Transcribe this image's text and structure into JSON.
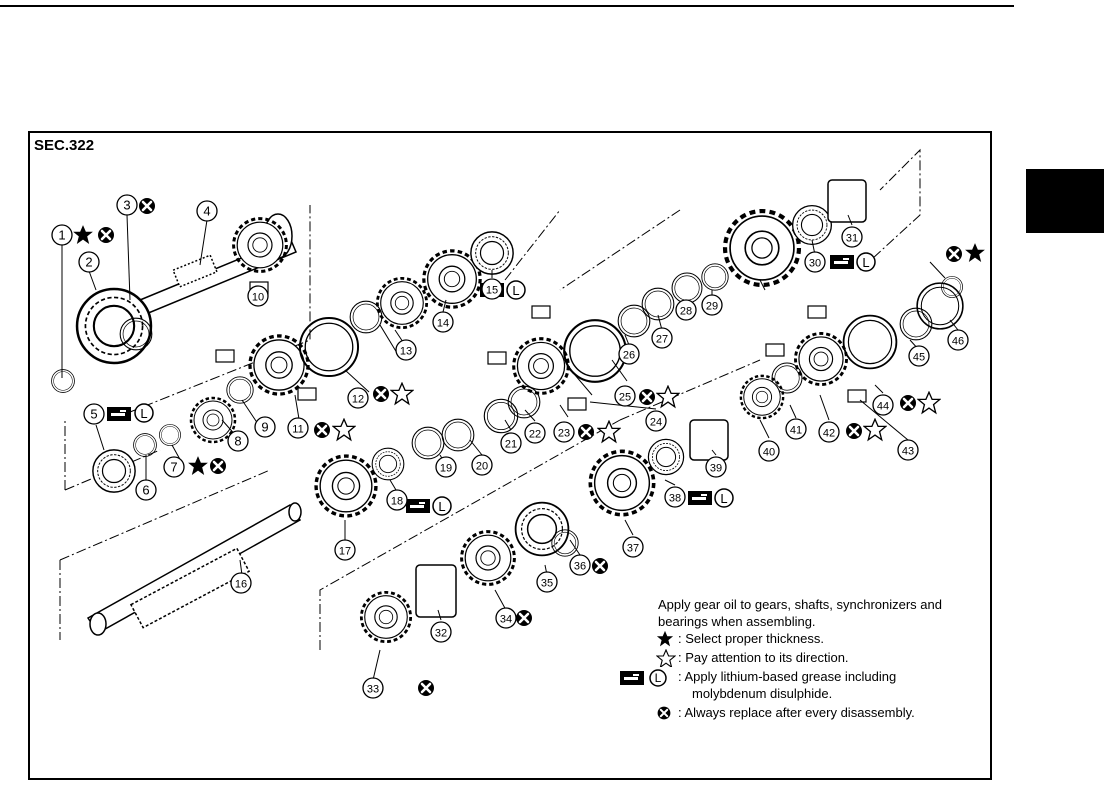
{
  "section_label": "SEC.322",
  "legend": {
    "intro": "Apply gear oil to gears, shafts, synchronizers and bearings when assembling.",
    "select_thickness": ": Select proper thickness.",
    "direction": ": Pay attention to its direction.",
    "grease_line1": ": Apply lithium-based grease including",
    "grease_line2": "molybdenum disulphide.",
    "replace": ": Always replace after every disassembly."
  },
  "symbols": {
    "grease_letter": "L"
  },
  "colors": {
    "ink": "#000000",
    "paper": "#ffffff"
  },
  "callouts": [
    "1",
    "2",
    "3",
    "4",
    "5",
    "6",
    "7",
    "8",
    "9",
    "10",
    "11",
    "12",
    "13",
    "14",
    "15",
    "16",
    "17",
    "18",
    "19",
    "20",
    "21",
    "22",
    "23",
    "24",
    "25",
    "26",
    "27",
    "28",
    "29",
    "30",
    "31",
    "32",
    "33",
    "34",
    "35",
    "36",
    "37",
    "38",
    "39",
    "40",
    "41",
    "42",
    "43",
    "44",
    "45",
    "46"
  ]
}
